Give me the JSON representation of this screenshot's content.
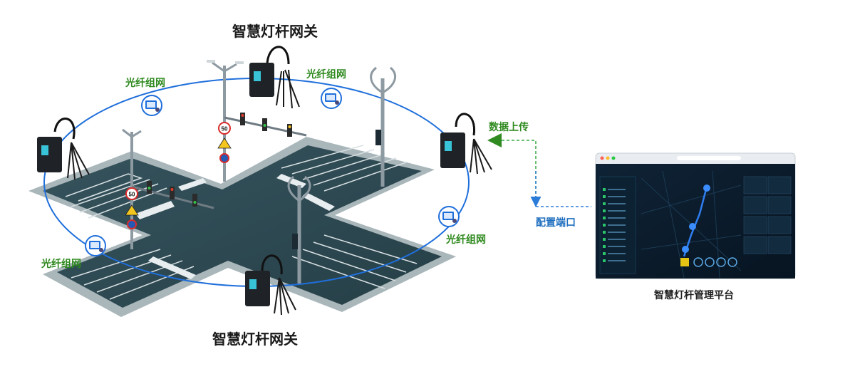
{
  "gateway_label_top": "智慧灯杆网关",
  "gateway_label_bottom": "智慧灯杆网关",
  "fiber_labels": [
    "光纤组网",
    "光纤组网",
    "光纤组网",
    "光纤组网"
  ],
  "upload_label": "数据上传",
  "config_label": "配置端口",
  "platform_label": "智慧灯杆管理平台",
  "speed_limit": "50",
  "colors": {
    "ring": "#1f6fdb",
    "fiber_text": "#2f8a1f",
    "link_text": "#1f6fbf",
    "road": "#2f4c56",
    "road_edge": "#a9b6ba",
    "dashed_green": "#39a845",
    "dashed_blue": "#2b7bd8"
  },
  "icons": [
    "gateway-device-icon",
    "fiber-node-icon",
    "street-lamp-icon",
    "traffic-light-icon",
    "dashboard-screen-icon"
  ]
}
